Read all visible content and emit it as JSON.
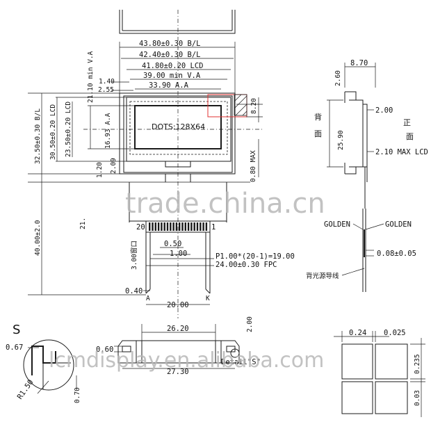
{
  "front_view": {
    "dims": {
      "bl_width": "43.80±0.30 B/L",
      "bl_inner": "42.40±0.30 B/L",
      "lcd_width": "41.80±0.20 LCD",
      "va_width": "39.00 min V.A",
      "aa_width": "33.90 A.A",
      "va_top": "21.10 min V.A",
      "d_140": "1.40",
      "d_255": "2.55",
      "bl_height": "32.50±0.30 B/L",
      "lcd_height": "30.50±0.20 LCD",
      "lcd_height2": "23.50±0.20 LCD",
      "aa_height": "16.93 A.A",
      "d_120": "1.20",
      "d_209": "2.09",
      "d_820": "8.20",
      "d_max": "0.80 MAX",
      "total_height": "40.00±2.0",
      "d_21": "21."
    },
    "display_text": "DOTS:128X64"
  },
  "fpc": {
    "pin_20": "20",
    "pin_1": "1",
    "d_050": "0.50",
    "d_100": "1.00",
    "pitch": "P1.00*(20-1)=19.00",
    "fpc_width": "24.00±0.30 FPC",
    "d_300": "3.00",
    "d_300_cn": "窗口",
    "d_040": "0.40",
    "label_a": "A",
    "label_k": "K",
    "d_2000": "20.00"
  },
  "side_view": {
    "d_870": "8.70",
    "d_260": "2.60",
    "d_200": "2.00",
    "d_2590": "25.90",
    "d_210": "2.10 MAX LCD",
    "back_label": "背面",
    "front_label": "正面",
    "golden_left": "GOLDEN",
    "golden_right": "GOLDEN",
    "d_008": "0.08±0.05",
    "backlight_label": "背光源导线"
  },
  "bottom_view": {
    "d_2620": "26.20",
    "d_2730": "27.30",
    "d_200": "2.00",
    "d_060": "0.60",
    "detail": "Detail\"S\""
  },
  "detail_s": {
    "label": "S",
    "d_067": "0.67",
    "radius": "R1.50",
    "d_070": "0.70"
  },
  "dot_detail": {
    "d_024": "0.24",
    "d_0025": "0.025",
    "d_0235": "0.235",
    "d_003": "0.03"
  },
  "watermarks": {
    "trade": "trade.china.cn",
    "lcm": "lcmdisplay.en.alibaba.com"
  }
}
